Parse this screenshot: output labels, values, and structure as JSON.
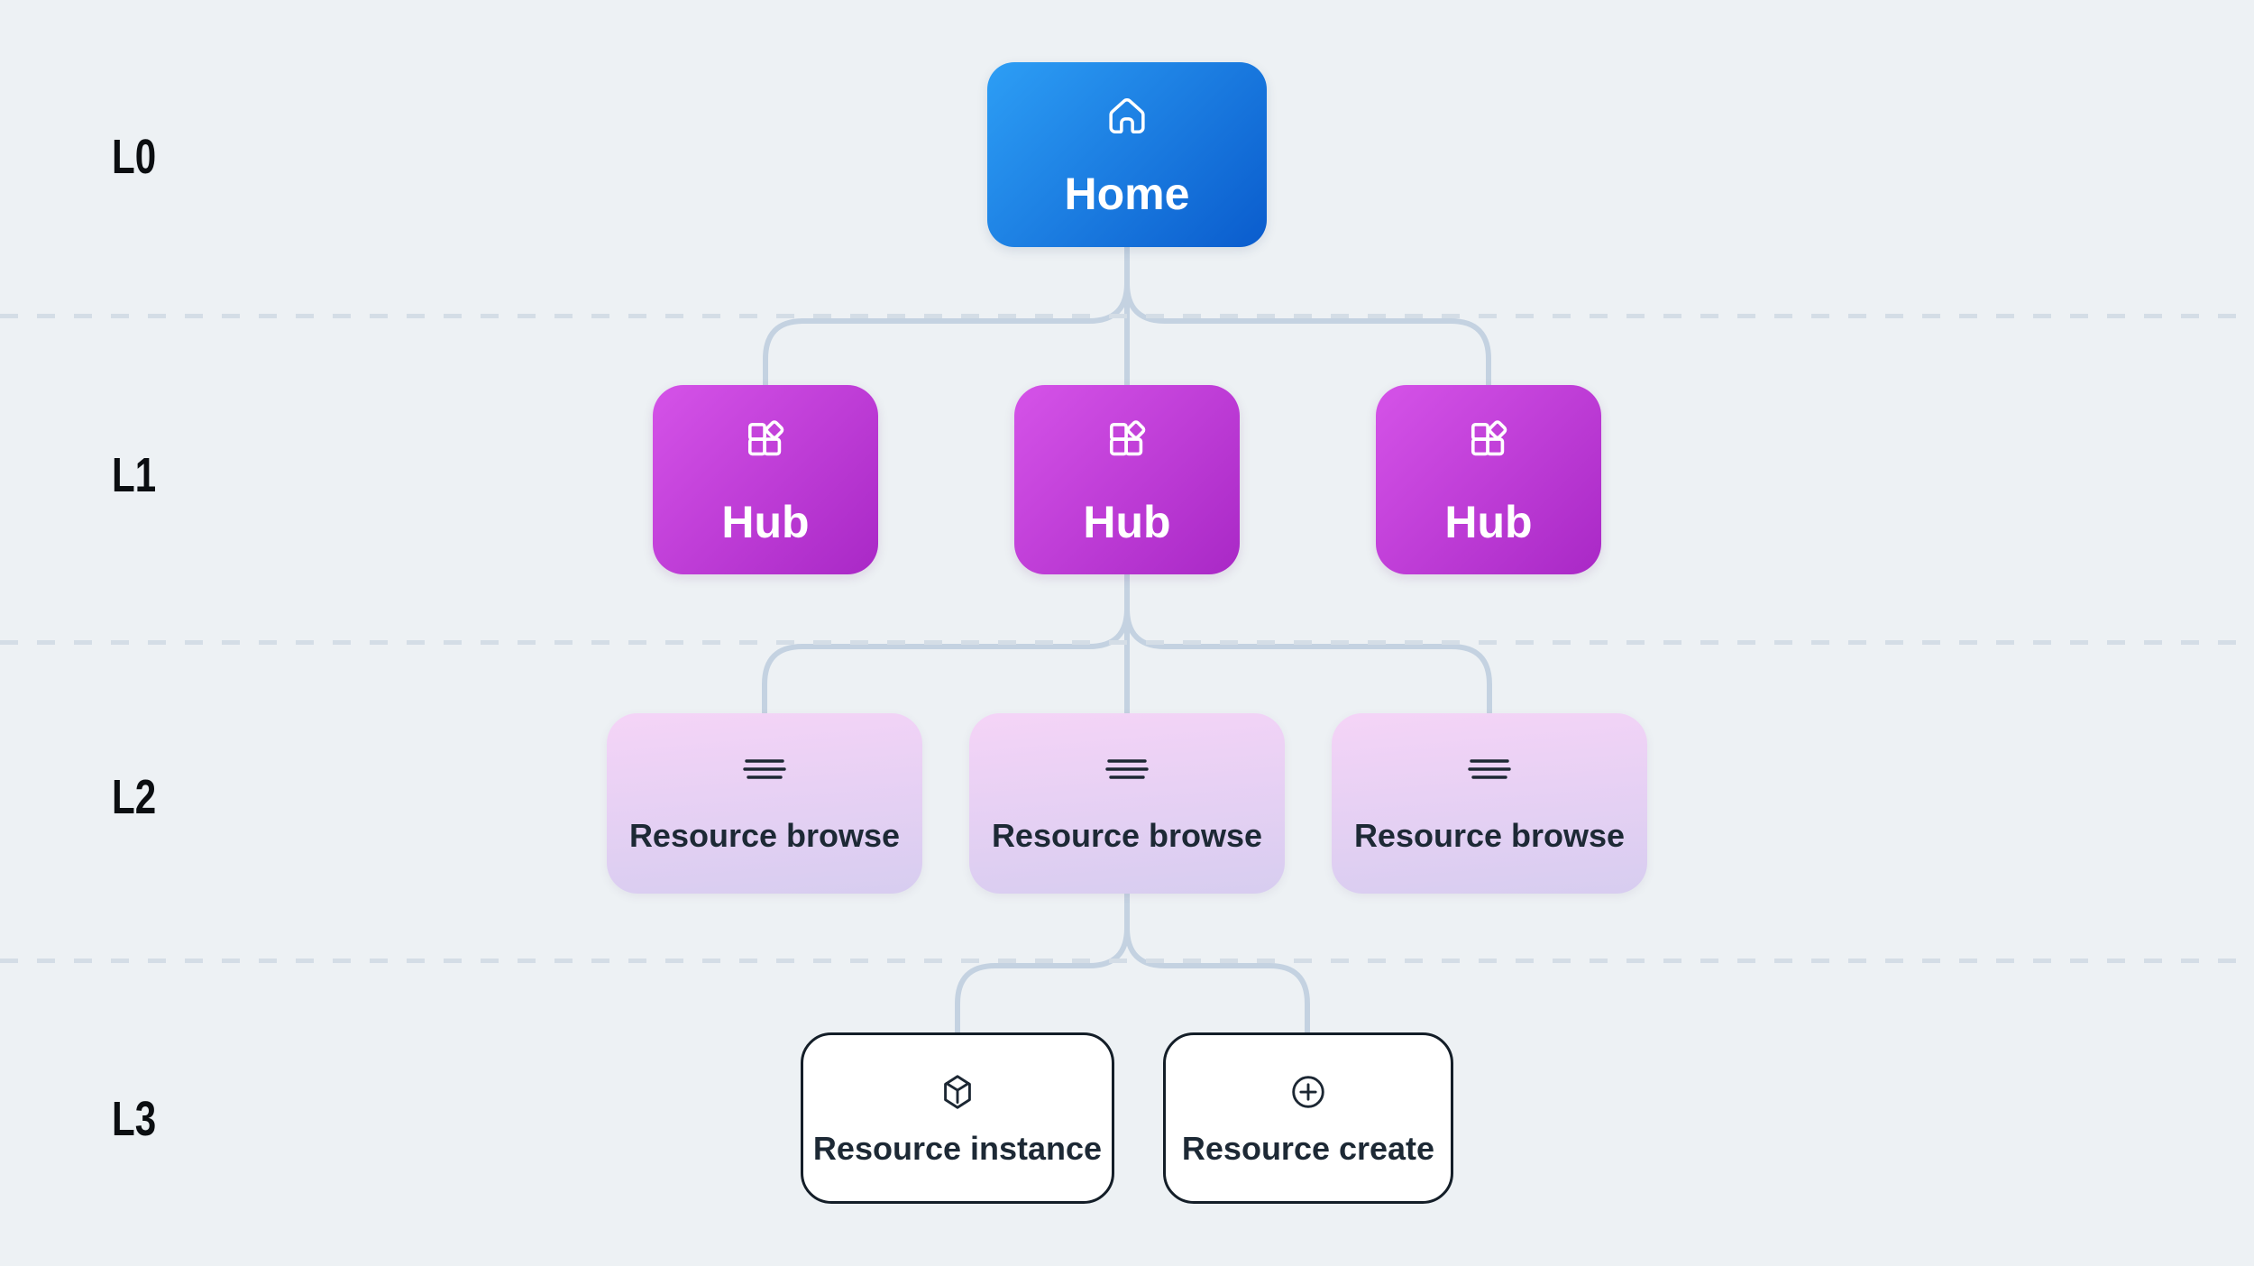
{
  "diagram": {
    "title": "navigation-hierarchy-diagram",
    "background_color": "#edf1f4",
    "divider_color": "#d4dde6",
    "connector_color": "#c4d2e1",
    "levels": [
      {
        "label": "L0"
      },
      {
        "label": "L1"
      },
      {
        "label": "L2"
      },
      {
        "label": "L3"
      }
    ],
    "nodes": {
      "home": {
        "label": "Home",
        "icon": "home-icon",
        "gradient_start": "#2d9ef5",
        "gradient_end": "#0a5ccd",
        "text_color": "#ffffff"
      },
      "hubs": [
        {
          "label": "Hub",
          "icon": "apps-grid-icon"
        },
        {
          "label": "Hub",
          "icon": "apps-grid-icon"
        },
        {
          "label": "Hub",
          "icon": "apps-grid-icon"
        }
      ],
      "hub_style": {
        "gradient_start": "#d553e8",
        "gradient_end": "#a928c6",
        "text_color": "#ffffff"
      },
      "browse": [
        {
          "label": "Resource browse",
          "icon": "list-lines-icon"
        },
        {
          "label": "Resource browse",
          "icon": "list-lines-icon"
        },
        {
          "label": "Resource browse",
          "icon": "list-lines-icon"
        }
      ],
      "browse_style": {
        "gradient_start": "#f5d4f7",
        "gradient_end": "#d7cdf0",
        "text_color": "#1d2935"
      },
      "leaves": [
        {
          "label": "Resource instance",
          "icon": "cube-icon"
        },
        {
          "label": "Resource create",
          "icon": "add-circle-icon"
        }
      ],
      "leaf_style": {
        "background": "#ffffff",
        "border_color": "#141e28",
        "text_color": "#1d2935"
      }
    }
  }
}
